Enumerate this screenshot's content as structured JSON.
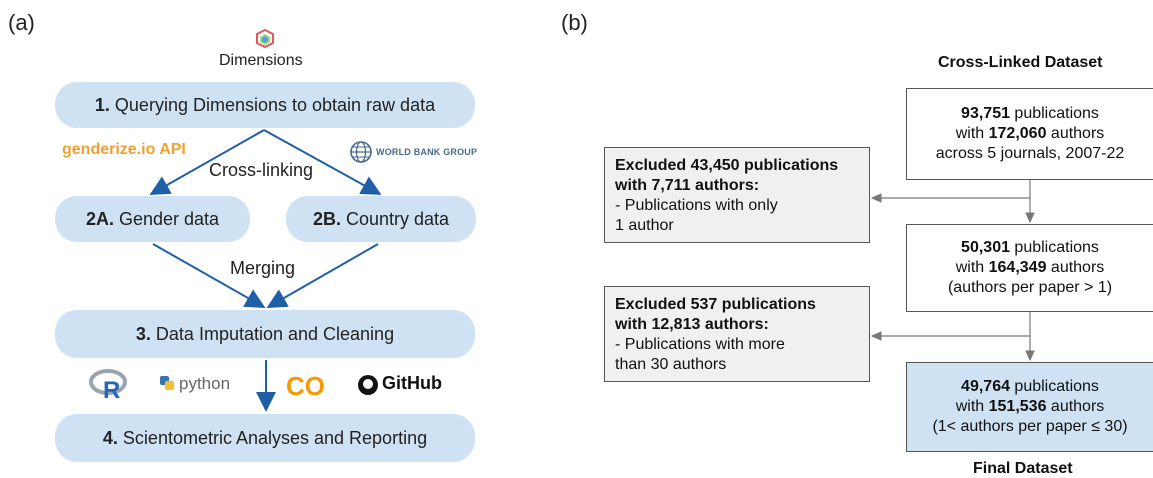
{
  "panel_a": {
    "label": "(a)",
    "dimensions_logo_text": "Dimensions",
    "genderize_text": "genderize.io API",
    "worldbank_text": "WORLD BANK GROUP",
    "steps": {
      "s1_num": "1.",
      "s1_text": "Querying Dimensions to obtain raw data",
      "s2a_num": "2A.",
      "s2a_text": "Gender data",
      "s2b_num": "2B.",
      "s2b_text": "Country data",
      "s3_num": "3.",
      "s3_text": "Data Imputation and Cleaning",
      "s4_num": "4.",
      "s4_text": "Scientometric Analyses and Reporting"
    },
    "edge_labels": {
      "crosslink": "Cross-linking",
      "merging": "Merging"
    },
    "tools": {
      "r": "R",
      "python": "python",
      "colab": "CO",
      "github": "GitHub"
    },
    "colors": {
      "pill": "#cfe2f3",
      "arrow": "#1f5fa8",
      "genderize": "#f0a030"
    }
  },
  "panel_b": {
    "label": "(b)",
    "top_title": "Cross-Linked Dataset",
    "bottom_title": "Final Dataset",
    "box1": {
      "n1": "93,751",
      "t1": " publications",
      "t2a": "with ",
      "n2": "172,060",
      "t2b": "  authors",
      "t3": "across 5 journals, 2007-22"
    },
    "ex1": {
      "h1": "Excluded 43,450 publications",
      "h2": "with 7,711 authors:",
      "l1": "- Publications with only",
      "l2": "1 author"
    },
    "box2": {
      "n1": "50,301",
      "t1": " publications",
      "t2a": "with ",
      "n2": "164,349",
      "t2b": "  authors",
      "t3": "(authors per paper > 1)"
    },
    "ex2": {
      "h1": "Excluded 537  publications",
      "h2": "with 12,813 authors:",
      "l1": "- Publications with more",
      "l2": "than 30 authors"
    },
    "box3": {
      "n1": "49,764",
      "t1": " publications",
      "t2a": "with ",
      "n2": "151,536",
      "t2b": " authors",
      "t3": "(1< authors per paper ≤ 30)"
    },
    "colors": {
      "final_box": "#cfe2f3",
      "excluded_box": "#f0f0f0",
      "line": "#777777"
    }
  }
}
